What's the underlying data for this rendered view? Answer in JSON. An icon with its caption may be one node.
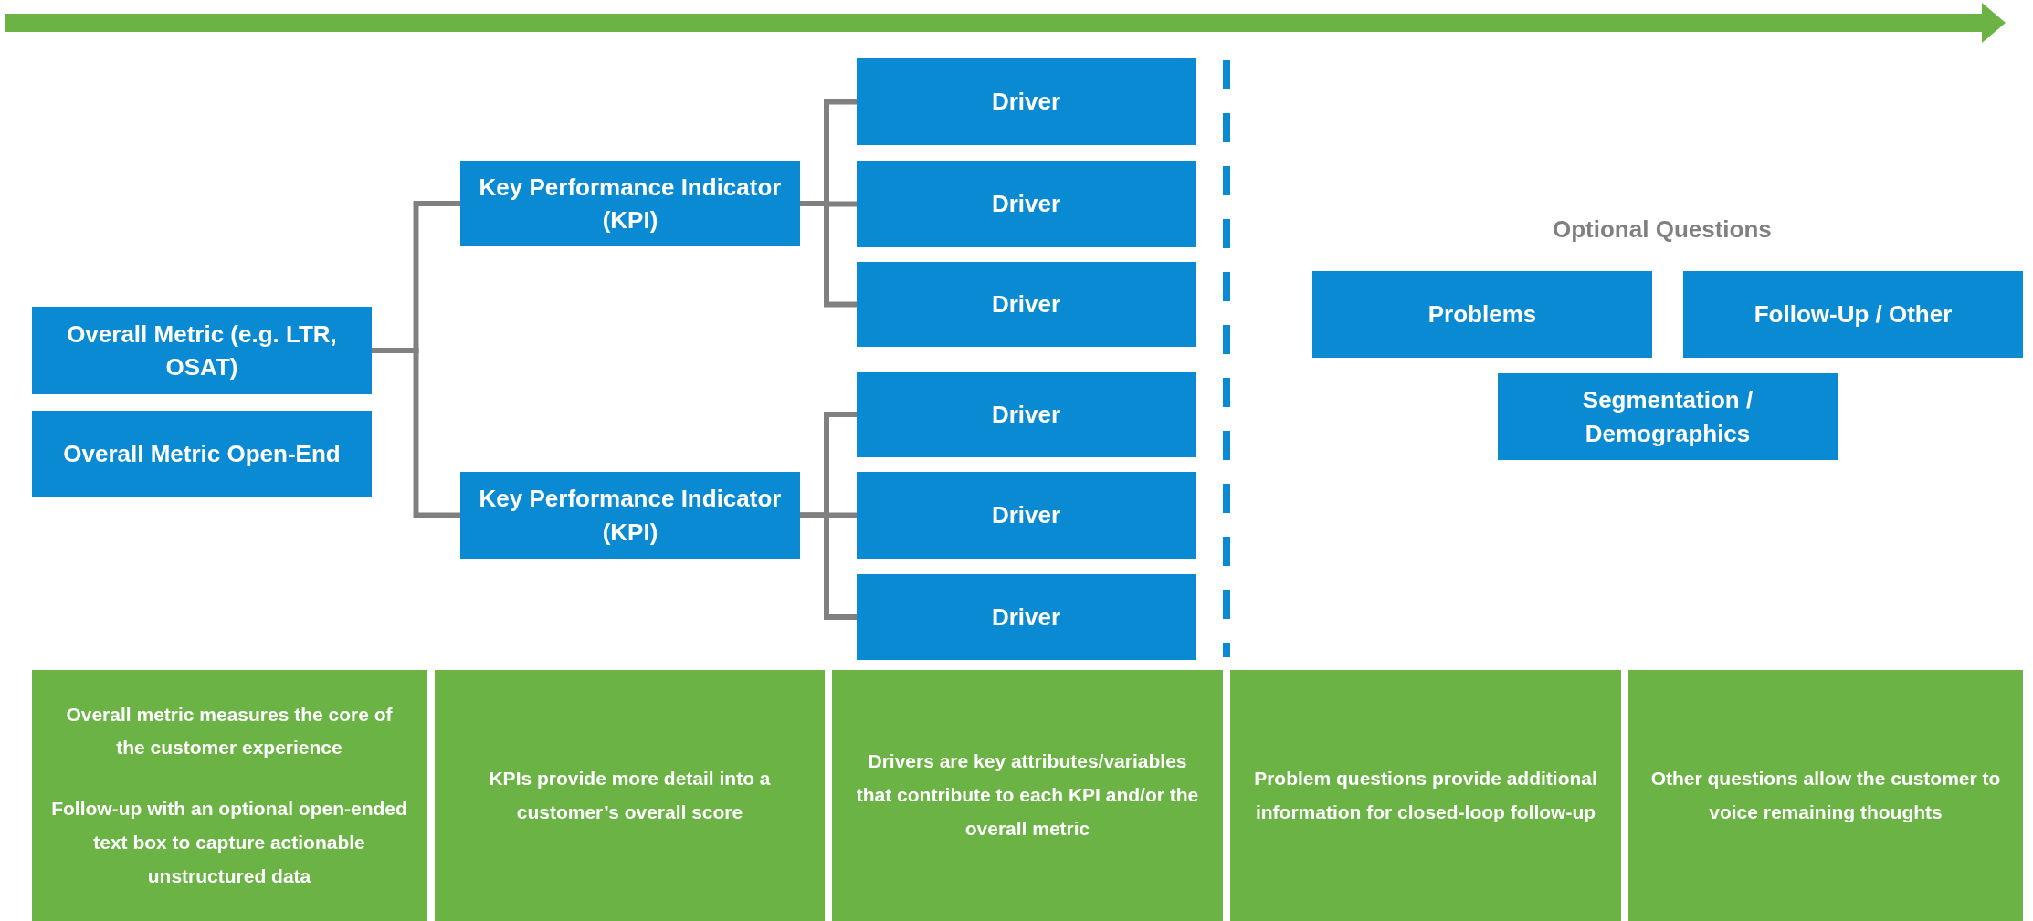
{
  "diagram": {
    "nodes": [
      {
        "text": [
          "Overall Metric (e.g. LTR, OSAT)"
        ]
      },
      {
        "text": [
          "Overall Metric Open-End"
        ]
      },
      {
        "text": [
          "Key Performance Indicator (KPI)"
        ]
      },
      {
        "text": [
          "Key Performance Indicator (KPI)"
        ]
      },
      {
        "text": [
          "Driver"
        ]
      },
      {
        "text": [
          "Driver"
        ]
      },
      {
        "text": [
          "Driver"
        ]
      },
      {
        "text": [
          "Driver"
        ]
      },
      {
        "text": [
          "Driver"
        ]
      },
      {
        "text": [
          "Driver"
        ]
      },
      {
        "text": [
          "Problems"
        ]
      },
      {
        "text": [
          "Follow-Up / Other"
        ]
      },
      {
        "text": [
          "Segmentation / Demographics"
        ]
      },
      {
        "text": [
          "Overall metric measures the core of the customer experience",
          "Follow-up with an optional open-ended text box to capture actionable unstructured data"
        ]
      },
      {
        "text": [
          "KPIs provide more detail into a customer’s overall score"
        ]
      },
      {
        "text": [
          "Drivers are key attributes/variables that contribute to each KPI and/or the overall metric"
        ]
      },
      {
        "text": [
          "Problem questions provide additional information for closed-loop follow-up"
        ]
      },
      {
        "text": [
          "Other questions allow the customer to voice remaining thoughts"
        ]
      }
    ],
    "edges": [
      {
        "from": 0,
        "to": 2,
        "arrow": "none"
      },
      {
        "from": 0,
        "to": 3,
        "arrow": "none"
      },
      {
        "from": 2,
        "to": 4,
        "arrow": "none"
      },
      {
        "from": 2,
        "to": 5,
        "arrow": "none"
      },
      {
        "from": 2,
        "to": 6,
        "arrow": "none"
      },
      {
        "from": 3,
        "to": 7,
        "arrow": "none"
      },
      {
        "from": 3,
        "to": 8,
        "arrow": "none"
      },
      {
        "from": 3,
        "to": 9,
        "arrow": "none"
      }
    ],
    "labels": [
      "Optional Questions"
    ]
  }
}
